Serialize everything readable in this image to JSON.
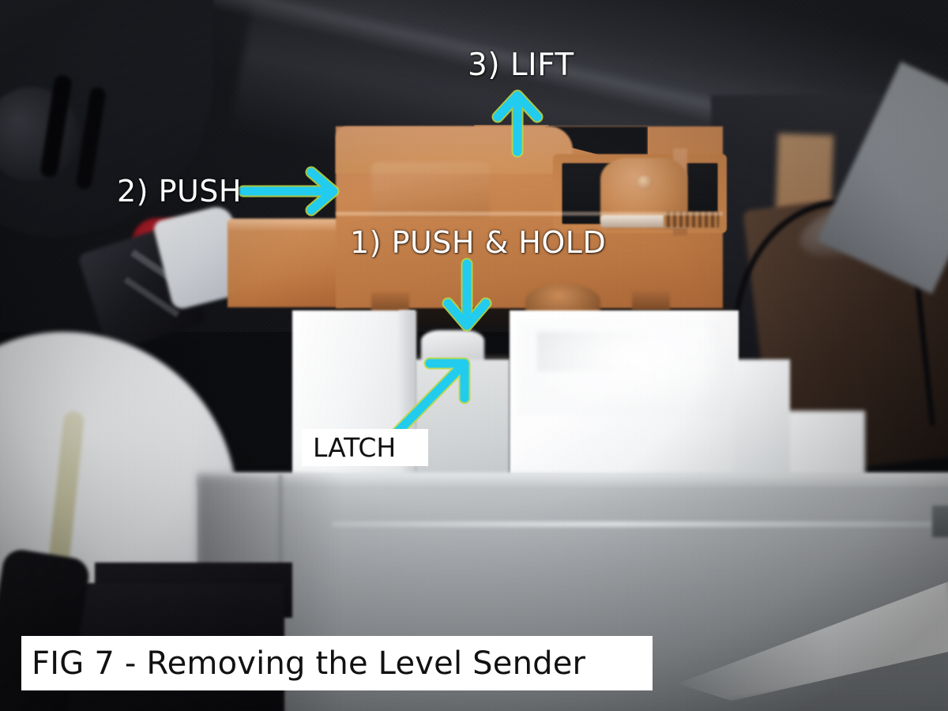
{
  "figure": {
    "caption": "FIG 7 - Removing the  Level Sender",
    "caption_number": "7",
    "subject": "Level Sender",
    "accent_color": "#22ccee",
    "caption_box_color": "#ffffff",
    "caption_text_color": "#111111",
    "annotation_text_color": "#ffffff"
  },
  "annotations": {
    "step1": {
      "label": "1) PUSH & HOLD",
      "style": "white-outline-text",
      "arrow": "down-arrow",
      "arrow_color": "#22ccee"
    },
    "step2": {
      "label": "2) PUSH",
      "style": "white-outline-text",
      "arrow": "right-arrow",
      "arrow_color": "#22ccee"
    },
    "step3": {
      "label": "3) LIFT",
      "style": "white-outline-text",
      "arrow": "up-arrow",
      "arrow_color": "#22ccee"
    },
    "latch": {
      "label": "LATCH",
      "style": "black-on-white-box",
      "arrow": "diagonal-up-right-arrow",
      "arrow_color": "#22ccee"
    }
  },
  "photo": {
    "description": "Close-up photo of a vehicle fuel level sender unit",
    "components": {
      "sender_module": "orange-tan plastic sender module",
      "latch_blocks": "white plastic latch blocks",
      "tank": "gray plastic tank body",
      "background": "dark vehicle interior carpet"
    }
  }
}
